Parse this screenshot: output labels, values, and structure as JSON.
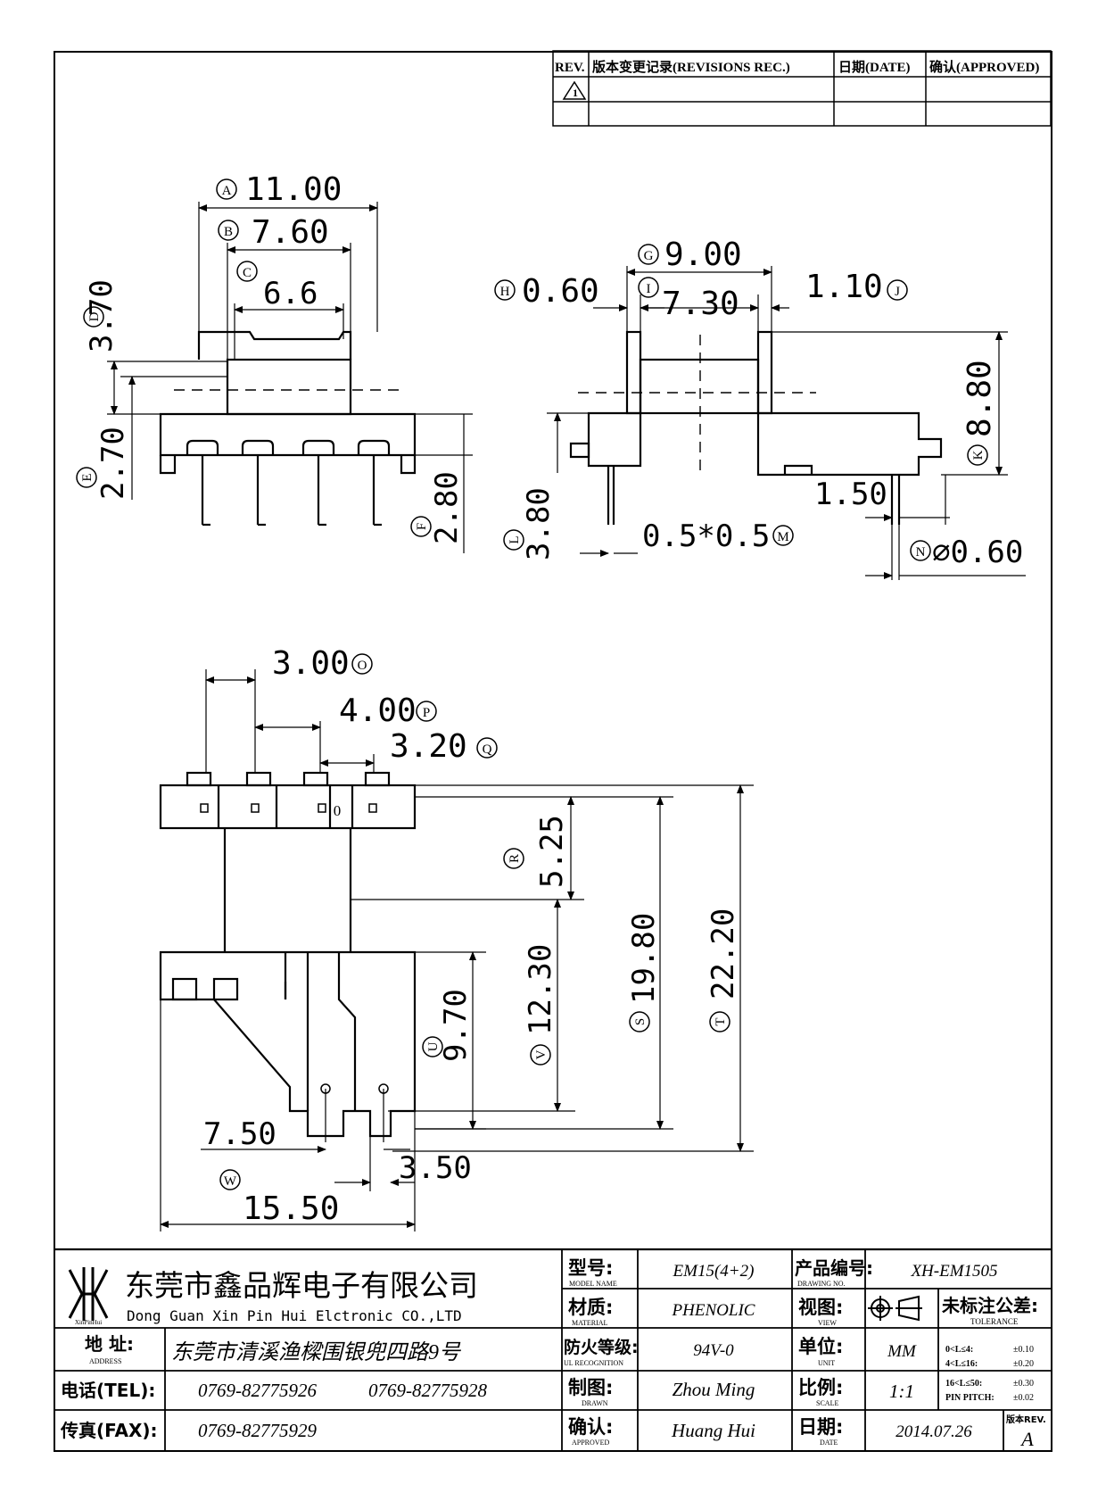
{
  "revisions": {
    "col_rev": "REV.",
    "col_rec": "版本变更记录(REVISIONS REC.)",
    "col_date": "日期(DATE)",
    "col_approved": "确认(APPROVED)",
    "row1_mark": "1"
  },
  "top_left_view": {
    "dims": {
      "A": {
        "label": "A",
        "value": "11.00"
      },
      "B": {
        "label": "B",
        "value": "7.60"
      },
      "C": {
        "label": "C",
        "value": "6.6"
      },
      "D": {
        "label": "D",
        "value": "3.70"
      },
      "E": {
        "label": "E",
        "value": "2.70"
      },
      "F": {
        "label": "F",
        "value": "2.80"
      }
    }
  },
  "top_right_view": {
    "dims": {
      "G": {
        "label": "G",
        "value": "9.00"
      },
      "H": {
        "label": "H",
        "value": "0.60"
      },
      "I": {
        "label": "I",
        "value": "7.30"
      },
      "J": {
        "label": "J",
        "value": "1.10"
      },
      "K": {
        "label": "K",
        "value": "8.80"
      },
      "L": {
        "label": "L",
        "value": "3.80"
      },
      "M": {
        "label": "M",
        "value": "0.5*0.5"
      },
      "N": {
        "label": "N",
        "value": "⌀0.60"
      },
      "extra": {
        "value": "1.50"
      }
    }
  },
  "bottom_view": {
    "dims": {
      "O": {
        "label": "O",
        "value": "3.00"
      },
      "P": {
        "label": "P",
        "value": "4.00"
      },
      "Q": {
        "label": "Q",
        "value": "3.20"
      },
      "R": {
        "label": "R",
        "value": "5.25"
      },
      "S": {
        "label": "S",
        "value": "19.80"
      },
      "T": {
        "label": "T",
        "value": "22.20"
      },
      "U": {
        "label": "U",
        "value": "9.70"
      },
      "V": {
        "label": "V",
        "value": "12.30"
      },
      "W": {
        "label": "W",
        "value": "15.50"
      },
      "x1": {
        "value": "7.50"
      },
      "x2": {
        "value": "3.50"
      }
    },
    "slot_mark": "0"
  },
  "title_block": {
    "company_cn": "东莞市鑫品辉电子有限公司",
    "company_en": "Dong Guan Xin Pin Hui Elctronic CO.,LTD",
    "logo_text": "XinPinHui",
    "address_label": "地 址:",
    "address_label_en": "ADDRESS",
    "address": "东莞市清溪渔樑围银兜四路9号",
    "tel_label": "电话(TEL):",
    "tel1": "0769-82775926",
    "tel2": "0769-82775928",
    "fax_label": "传真(FAX):",
    "fax": "0769-82775929",
    "model_label": "型号:",
    "model_label_en": "MODEL NAME",
    "model": "EM15(4+2)",
    "material_label": "材质:",
    "material_label_en": "MATERIAL",
    "material": "PHENOLIC",
    "fire_label": "防火等级:",
    "fire_label_en": "UL RECOGNITION",
    "fire": "94V-0",
    "drawn_label": "制图:",
    "drawn_label_en": "DRAWN",
    "drawn": "Zhou Ming",
    "approved_label": "确认:",
    "approved_label_en": "APPROVED",
    "approved": "Huang Hui",
    "drawing_no_label": "产品编号:",
    "drawing_no_label_en": "DRAWING NO.",
    "drawing_no": "XH-EM1505",
    "view_label": "视图:",
    "view_label_en": "VIEW",
    "unit_label": "单位:",
    "unit_label_en": "UNIT",
    "unit": "MM",
    "scale_label": "比例:",
    "scale_label_en": "SCALE",
    "scale": "1:1",
    "date_label": "日期:",
    "date_label_en": "DATE",
    "date": "2014.07.26",
    "tolerance_title": "未标注公差:",
    "tolerance_title_en": "TOLERANCE",
    "tol1_range": "0<L≤4:",
    "tol1_val": "±0.10",
    "tol2_range": "4<L≤16:",
    "tol2_val": "±0.20",
    "tol3_range": "16<L≤50:",
    "tol3_val": "±0.30",
    "tol4_range": "PIN PITCH:",
    "tol4_val": "±0.02",
    "rev_label": "版本REV.",
    "rev": "A"
  }
}
